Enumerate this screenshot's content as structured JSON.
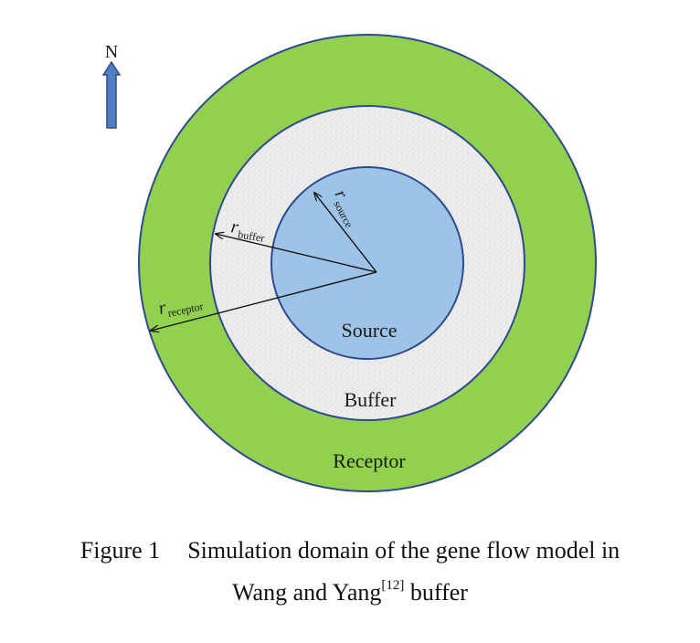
{
  "diagram": {
    "north_label": "N",
    "regions": {
      "source": "Source",
      "buffer": "Buffer",
      "receptor": "Receptor"
    },
    "radius_labels": {
      "r_symbol": "r",
      "source_sub": "source",
      "buffer_sub": "buffer",
      "receptor_sub": "receptor"
    },
    "colors": {
      "receptor_fill": "#92d050",
      "buffer_fill": "#ececec",
      "source_fill": "#9dc3e6",
      "ring_stroke": "#2f4a8f",
      "arrow_fill": "#4f7fc0"
    }
  },
  "caption": {
    "label": "Figure 1",
    "line1_text": "Simulation domain of the gene flow model in",
    "line2_pre": "Wang and Yang",
    "line2_ref": "[12]",
    "line2_post": " buffer"
  }
}
